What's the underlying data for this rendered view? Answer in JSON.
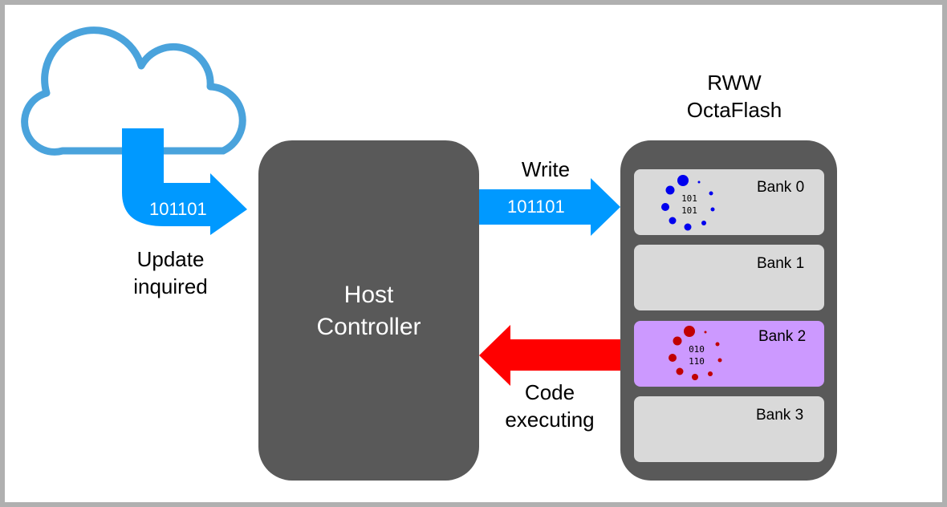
{
  "cloud": {
    "icon": "cloud-icon",
    "arrow_bits": "101101",
    "caption_line1": "Update",
    "caption_line2": "inquired",
    "color": "#4aa3dc"
  },
  "host": {
    "line1": "Host",
    "line2": "Controller",
    "color": "#595959"
  },
  "write_arrow": {
    "label": "Write",
    "bits": "101101",
    "color": "#0099ff"
  },
  "exec_arrow": {
    "label_line1": "Code",
    "label_line2": "executing",
    "color": "#ff0000"
  },
  "flash": {
    "title_line1": "RWW",
    "title_line2": "OctaFlash",
    "banks": [
      {
        "label": "Bank 0",
        "state": "writing",
        "bits_line1": "101",
        "bits_line2": "101",
        "fill": "#d9d9d9",
        "dot_color": "#0000ee"
      },
      {
        "label": "Bank 1",
        "state": "idle",
        "fill": "#d9d9d9"
      },
      {
        "label": "Bank 2",
        "state": "executing",
        "bits_line1": "010",
        "bits_line2": "110",
        "fill": "#cc99ff",
        "dot_color": "#c00000"
      },
      {
        "label": "Bank 3",
        "state": "idle",
        "fill": "#d9d9d9"
      }
    ]
  }
}
